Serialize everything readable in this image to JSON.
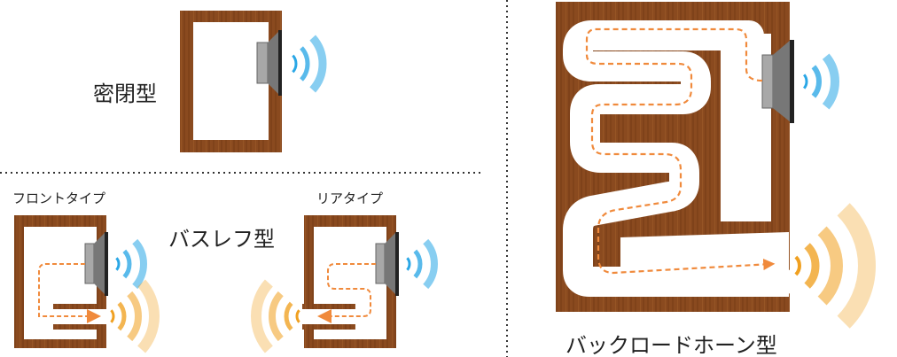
{
  "labels": {
    "sealed": "密閉型",
    "bass_reflex": "バスレフ型",
    "front_type": "フロントタイプ",
    "rear_type": "リアタイプ",
    "back_loaded_horn": "バックロードホーン型"
  },
  "colors": {
    "wood": "#8a4a1f",
    "wood_dark": "#6e3812",
    "sound_blue": "#2aa7e6",
    "sound_orange": "#f0a020",
    "path_dash": "#f08a3c",
    "speaker_gray": "#7a7a7a"
  }
}
